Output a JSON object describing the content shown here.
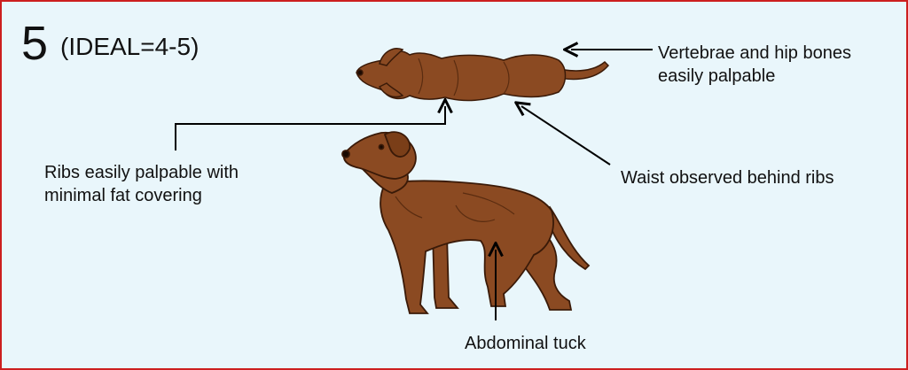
{
  "title": {
    "score": "5",
    "ideal": "(IDEAL=4-5)"
  },
  "labels": {
    "vertebrae_line1": "Vertebrae and hip bones",
    "vertebrae_line2": "easily palpable",
    "ribs_line1": "Ribs easily palpable with",
    "ribs_line2": "minimal fat covering",
    "waist": "Waist observed behind ribs",
    "abdominal_tuck": "Abdominal tuck"
  },
  "colors": {
    "border": "#cc1f1f",
    "background": "#e9f6fb",
    "dog_fur": "#8b4a22",
    "dog_outline": "#3a1a08",
    "arrow": "#000000"
  }
}
